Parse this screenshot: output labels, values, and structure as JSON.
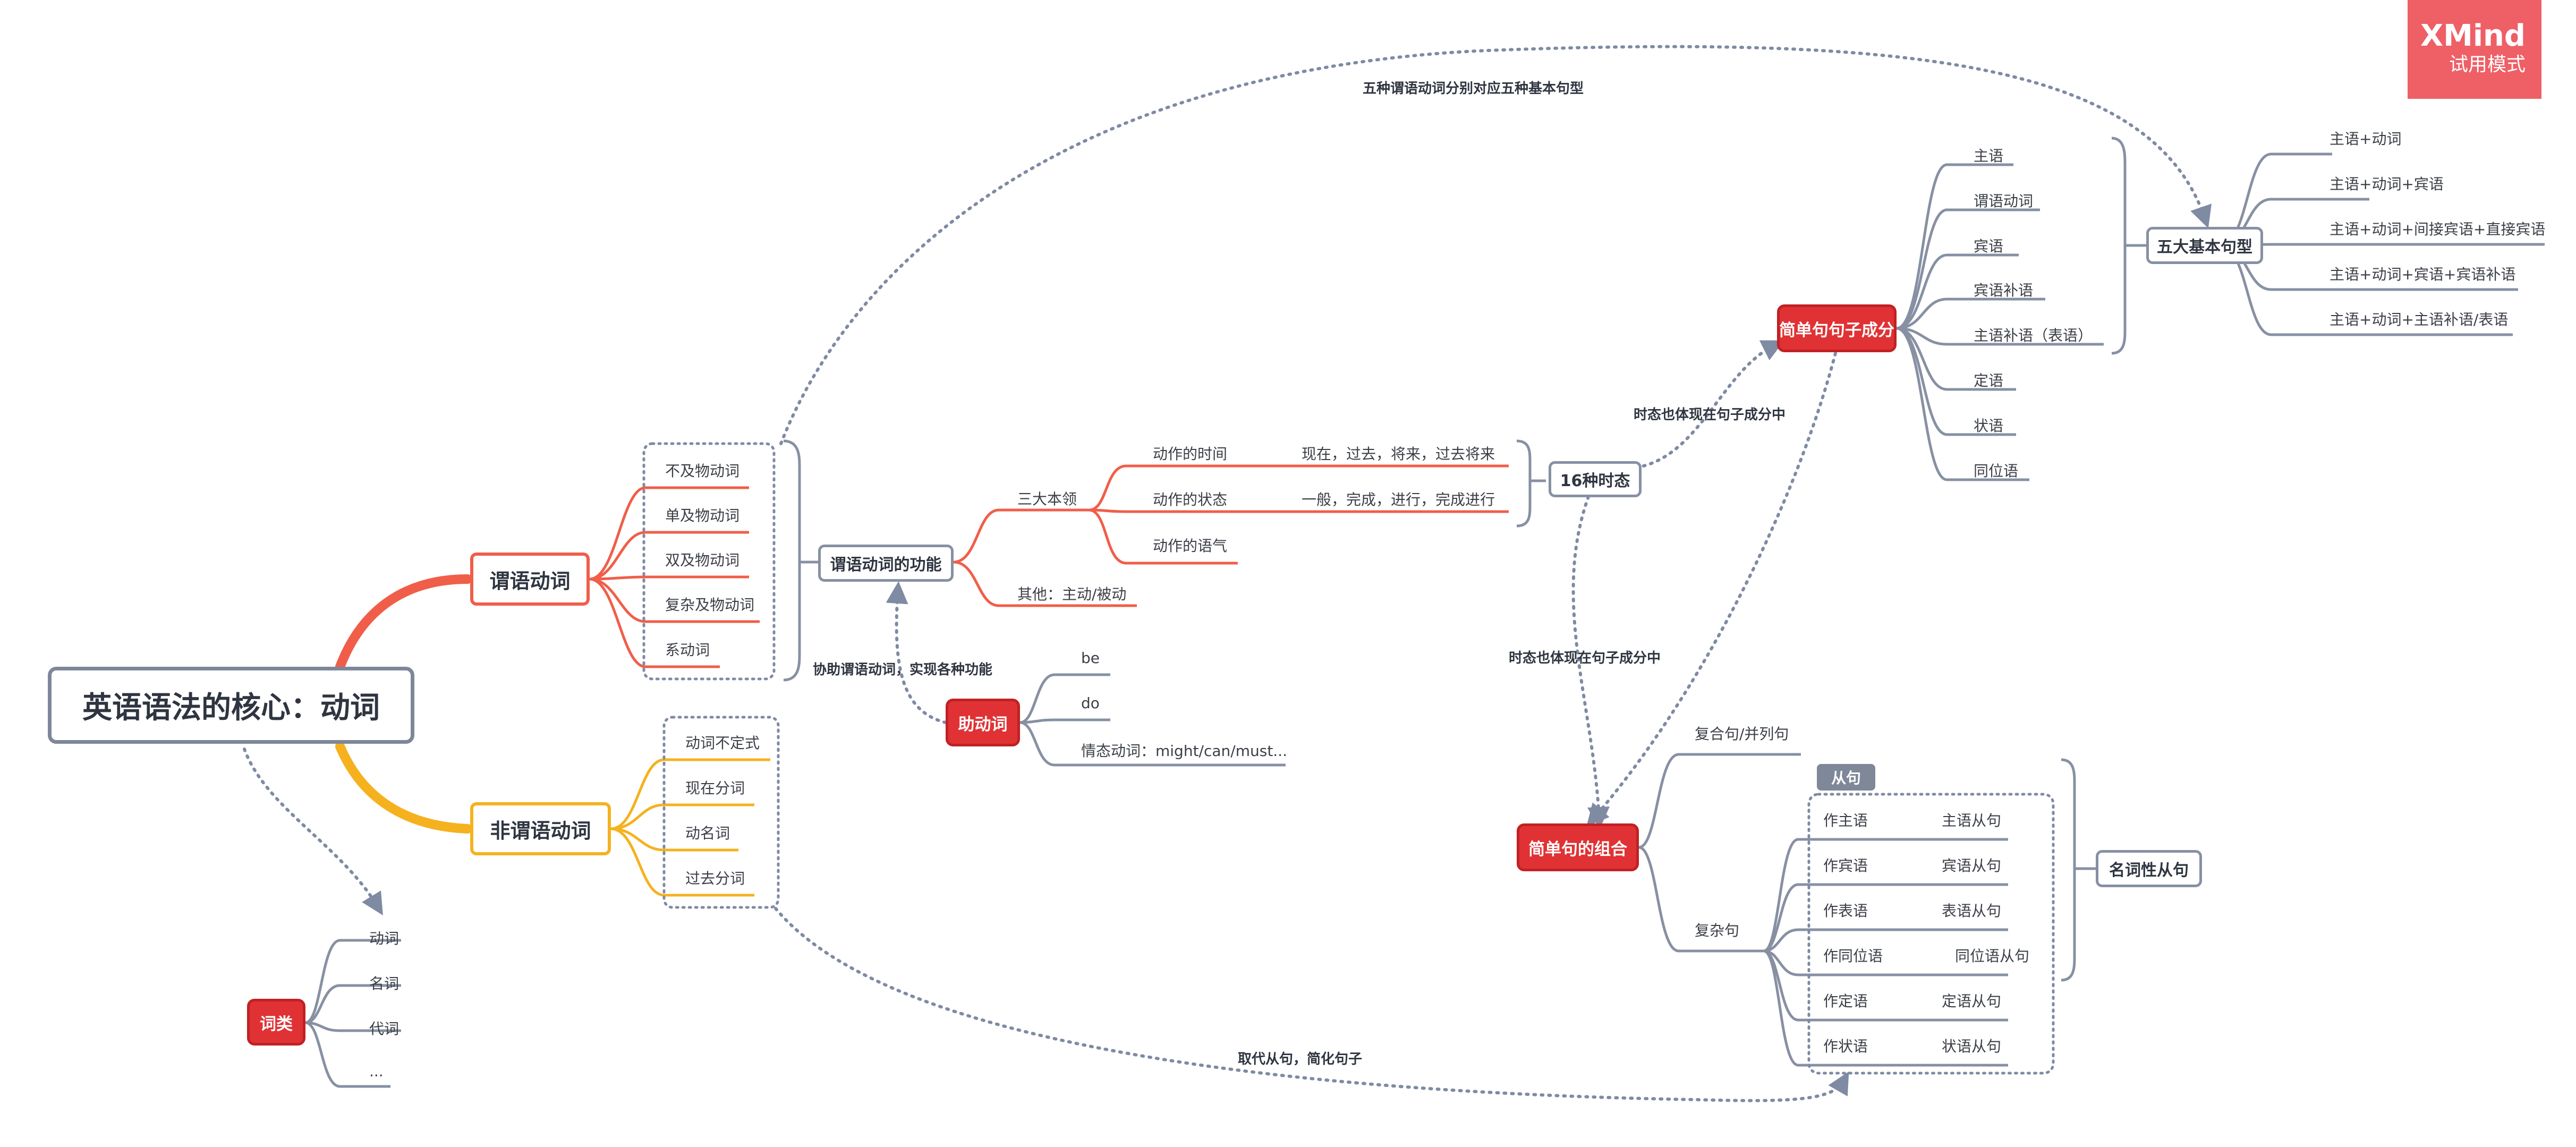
{
  "branding": {
    "name": "XMind",
    "mode": "试用模式"
  },
  "central": "英语语法的核心：动词",
  "predicate_verb": {
    "title": "谓语动词",
    "items": [
      "不及物动词",
      "单及物动词",
      "双及物动词",
      "复杂及物动词",
      "系动词"
    ]
  },
  "non_predicate_verb": {
    "title": "非谓语动词",
    "items": [
      "动词不定式",
      "现在分词",
      "动名词",
      "过去分词"
    ]
  },
  "function": {
    "title": "谓语动词的功能",
    "three_abilities": "三大本领",
    "time": "动作的时间",
    "time_values": "现在，过去，将来，过去将来",
    "state": "动作的状态",
    "state_values": "一般，完成，进行，完成进行",
    "mood": "动作的语气",
    "other": "其他：主动/被动"
  },
  "auxiliary": {
    "title": "助动词",
    "items": [
      "be",
      "do",
      "情态动词：might/can/must..."
    ]
  },
  "tenses": "16种时态",
  "sentence_components": {
    "title": "简单句句子成分",
    "items": [
      "主语",
      "谓语动词",
      "宾语",
      "宾语补语",
      "主语补语（表语）",
      "定语",
      "状语",
      "同位语"
    ]
  },
  "five_patterns": {
    "title": "五大基本句型",
    "items": [
      "主语+动词",
      "主语+动词+宾语",
      "主语+动词+间接宾语+直接宾语",
      "主语+动词+宾语+宾语补语",
      "主语+动词+主语补语/表语"
    ]
  },
  "combination": {
    "title": "简单句的组合",
    "compound": "复合句/并列句",
    "complex": "复杂句",
    "clause_tag": "从句",
    "clauses": [
      {
        "role": "作主语",
        "clause": "主语从句"
      },
      {
        "role": "作宾语",
        "clause": "宾语从句"
      },
      {
        "role": "作表语",
        "clause": "表语从句"
      },
      {
        "role": "作同位语",
        "clause": "同位语从句"
      },
      {
        "role": "作定语",
        "clause": "定语从句"
      },
      {
        "role": "作状语",
        "clause": "状语从句"
      }
    ],
    "nominal": "名词性从句"
  },
  "word_class": {
    "title": "词类",
    "items": [
      "动词",
      "名词",
      "代词",
      "..."
    ]
  },
  "relations": {
    "five_verbs": "五种谓语动词分别对应五种基本句型",
    "assist": "协助谓语动词，实现各种功能",
    "tense_in_components": "时态也体现在句子成分中",
    "tense_in_combination": "时态也体现在句子成分中",
    "replace_clause": "取代从句，简化句子"
  },
  "colors": {
    "orange": "#f05e49",
    "yellow": "#f5b21e",
    "grey": "#8790a3",
    "red": "#e03234",
    "brand": "#ef5f66"
  }
}
